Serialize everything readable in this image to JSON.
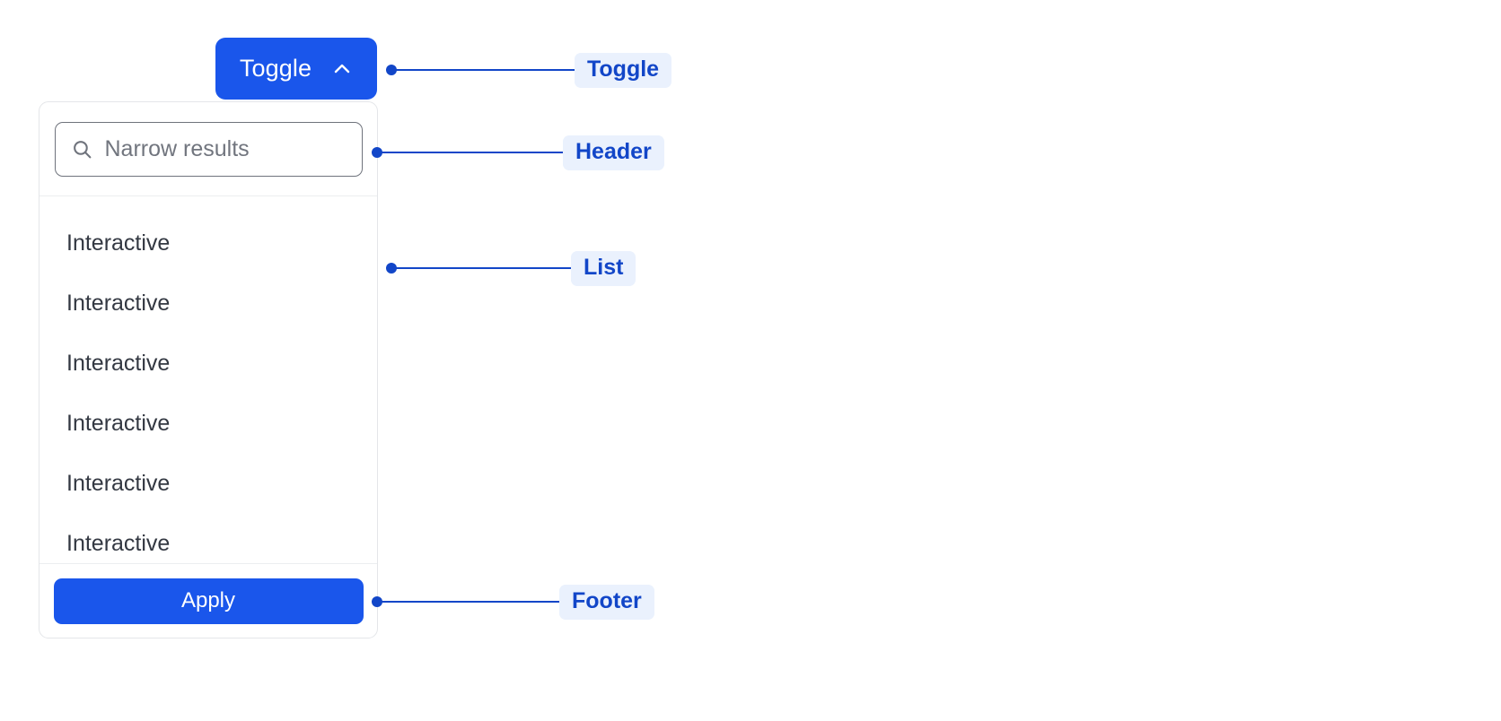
{
  "theme": {
    "accent_blue": "#1a56eb",
    "annotation_blue": "#1246c8",
    "badge_background": "#eaf1fd",
    "panel_border": "#e4e6e9",
    "divider": "#eceef0",
    "list_text": "#333842",
    "input_border": "#6f737c",
    "placeholder_text": "#71757e",
    "page_background": "#ffffff"
  },
  "toggle": {
    "label": "Toggle",
    "icon": "chevron-up-icon",
    "expanded": "true"
  },
  "panel": {
    "header": {
      "search": {
        "icon": "search-icon",
        "placeholder": "Narrow results",
        "value": ""
      }
    },
    "list": {
      "items": [
        {
          "label": "Interactive"
        },
        {
          "label": "Interactive"
        },
        {
          "label": "Interactive"
        },
        {
          "label": "Interactive"
        },
        {
          "label": "Interactive"
        },
        {
          "label": "Interactive"
        }
      ]
    },
    "footer": {
      "apply_label": "Apply"
    }
  },
  "annotations": [
    {
      "label": "Toggle",
      "target": "toggle-button"
    },
    {
      "label": "Header",
      "target": "panel-header"
    },
    {
      "label": "List",
      "target": "panel-list"
    },
    {
      "label": "Footer",
      "target": "panel-footer"
    }
  ]
}
